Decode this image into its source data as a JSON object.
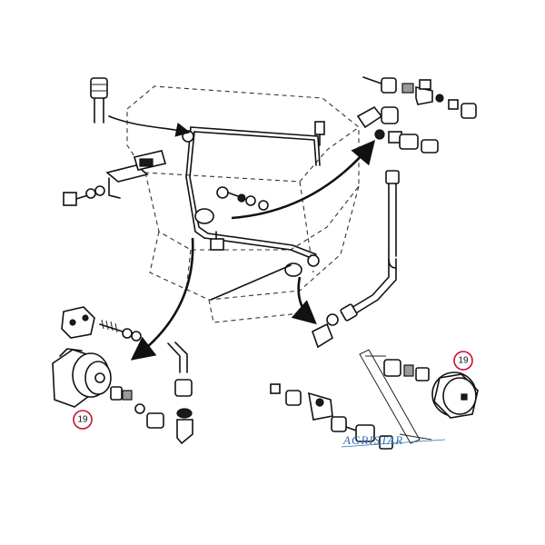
{
  "callouts": [
    {
      "label": "19"
    },
    {
      "label": "19"
    }
  ],
  "watermark": {
    "text": "AGRISTAR",
    "color": "#2f6fb5"
  },
  "colors": {
    "line": "#111111",
    "callout_ring": "#c8102e",
    "background": "#ffffff"
  }
}
